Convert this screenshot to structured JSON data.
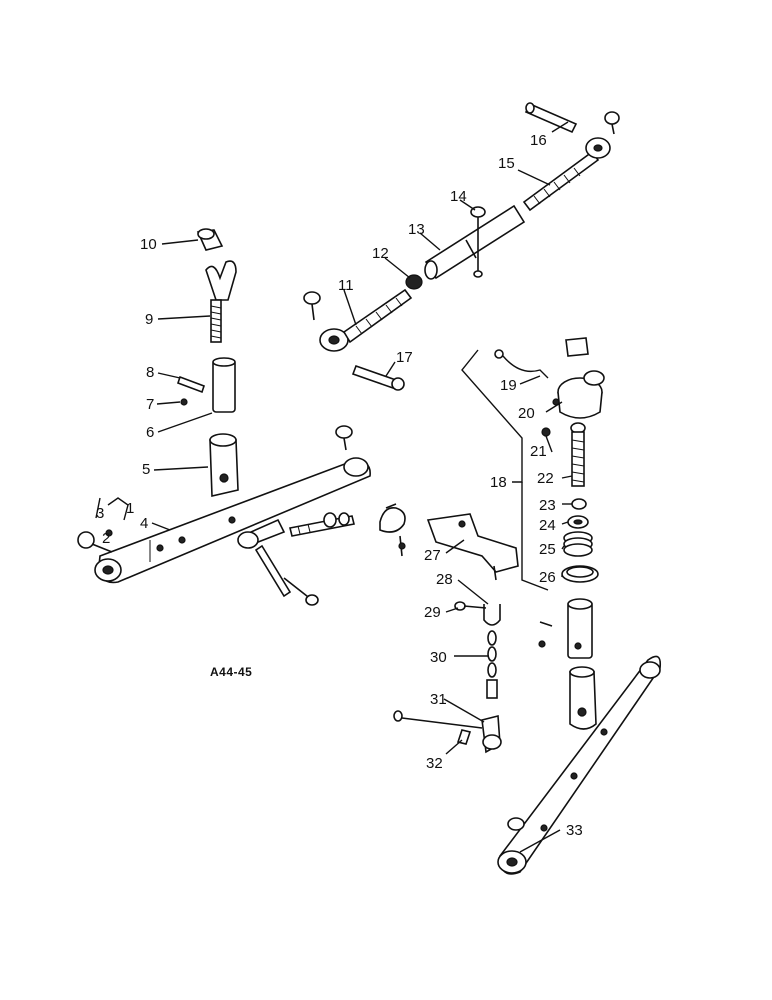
{
  "diagram": {
    "code": "A44-45",
    "callouts": [
      "1",
      "2",
      "3",
      "4",
      "5",
      "6",
      "7",
      "8",
      "9",
      "10",
      "11",
      "12",
      "13",
      "14",
      "15",
      "16",
      "17",
      "18",
      "19",
      "20",
      "21",
      "22",
      "23",
      "24",
      "25",
      "26",
      "27",
      "28",
      "29",
      "30",
      "31",
      "32",
      "33"
    ]
  }
}
